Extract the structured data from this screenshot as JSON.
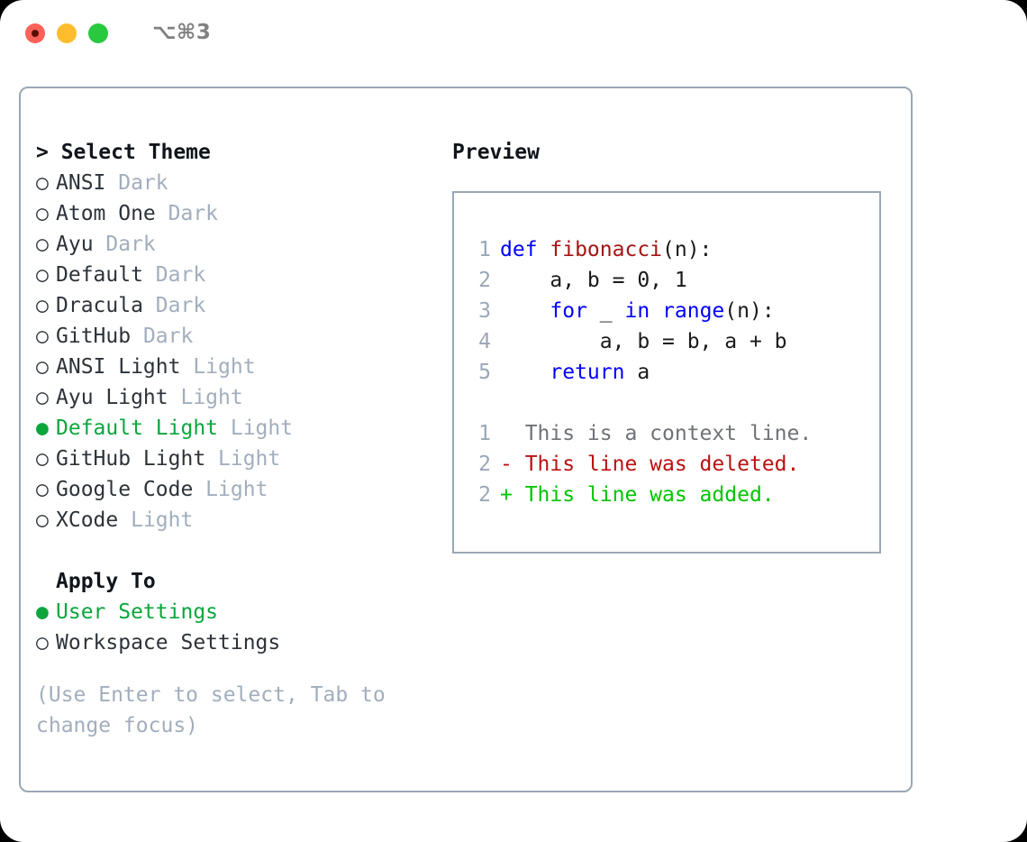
{
  "titlebar": {
    "traffic_lights": [
      {
        "name": "close",
        "color": "#ff6159"
      },
      {
        "name": "minimize",
        "color": "#ffbd2e"
      },
      {
        "name": "zoom",
        "color": "#28c93f"
      }
    ],
    "shortcut": "⌥⌘3"
  },
  "theme_picker": {
    "heading_prefix": "> ",
    "heading": "Select Theme",
    "unselected_bullet": "○ ",
    "selected_bullet": "● ",
    "items": [
      {
        "name": "ANSI",
        "variant": "Dark",
        "selected": false
      },
      {
        "name": "Atom One",
        "variant": "Dark",
        "selected": false
      },
      {
        "name": "Ayu",
        "variant": "Dark",
        "selected": false
      },
      {
        "name": "Default",
        "variant": "Dark",
        "selected": false
      },
      {
        "name": "Dracula",
        "variant": "Dark",
        "selected": false
      },
      {
        "name": "GitHub",
        "variant": "Dark",
        "selected": false
      },
      {
        "name": "ANSI Light",
        "variant": "Light",
        "selected": false
      },
      {
        "name": "Ayu Light",
        "variant": "Light",
        "selected": false
      },
      {
        "name": "Default Light",
        "variant": "Light",
        "selected": true
      },
      {
        "name": "GitHub Light",
        "variant": "Light",
        "selected": false
      },
      {
        "name": "Google Code",
        "variant": "Light",
        "selected": false
      },
      {
        "name": "XCode",
        "variant": "Light",
        "selected": false
      }
    ]
  },
  "apply_to": {
    "label": "Apply To",
    "options": [
      {
        "name": "User Settings",
        "selected": true
      },
      {
        "name": "Workspace Settings",
        "selected": false
      }
    ]
  },
  "hint": "(Use Enter to select, Tab to change focus)",
  "preview": {
    "title": "Preview",
    "code_lines": [
      {
        "no": "1",
        "tokens": [
          {
            "t": "def ",
            "c": "kw"
          },
          {
            "t": "fibonacci",
            "c": "fn"
          },
          {
            "t": "(n):",
            "c": "pln"
          }
        ]
      },
      {
        "no": "2",
        "tokens": [
          {
            "t": "    a, b = 0, 1",
            "c": "pln"
          }
        ]
      },
      {
        "no": "3",
        "tokens": [
          {
            "t": "    ",
            "c": "pln"
          },
          {
            "t": "for",
            "c": "kw"
          },
          {
            "t": " _ ",
            "c": "pln"
          },
          {
            "t": "in",
            "c": "kw"
          },
          {
            "t": " ",
            "c": "pln"
          },
          {
            "t": "range",
            "c": "kw"
          },
          {
            "t": "(n):",
            "c": "pln"
          }
        ]
      },
      {
        "no": "4",
        "tokens": [
          {
            "t": "        a, b = b, a + b",
            "c": "pln"
          }
        ]
      },
      {
        "no": "5",
        "tokens": [
          {
            "t": "    ",
            "c": "pln"
          },
          {
            "t": "return",
            "c": "kw"
          },
          {
            "t": " a",
            "c": "pln"
          }
        ]
      }
    ],
    "diff_lines": [
      {
        "no": "1",
        "prefix": "  ",
        "text": "This is a context line.",
        "kind": "ctx"
      },
      {
        "no": "2",
        "prefix": "- ",
        "text": "This line was deleted.",
        "kind": "del"
      },
      {
        "no": "2",
        "prefix": "+ ",
        "text": "This line was added.",
        "kind": "add"
      }
    ]
  },
  "colors": {
    "selected_green": "#0aa63c",
    "muted_gray": "#a2aebd",
    "border": "#9aa7b6",
    "keyword_blue": "#0000ff",
    "function_red": "#a31515",
    "diff_deleted": "#bb1111",
    "diff_added": "#00c400"
  }
}
